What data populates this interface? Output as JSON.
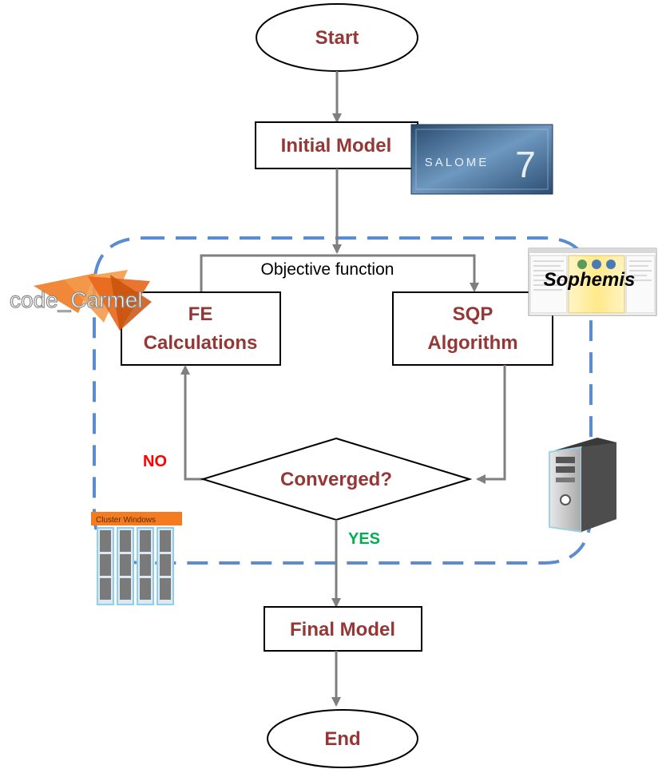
{
  "nodes": {
    "start": "Start",
    "initial_model": "Initial Model",
    "fe_line1": "FE",
    "fe_line2": "Calculations",
    "sqp_line1": "SQP",
    "sqp_line2": "Algorithm",
    "decision": "Converged?",
    "final_model": "Final Model",
    "end": "End"
  },
  "labels": {
    "objective_function": "Objective function",
    "no": "NO",
    "yes": "YES"
  },
  "logos": {
    "salome": "SALOME",
    "salome_version": "7",
    "code_carmel": "code_Carmel",
    "sophemis": "Sophemis",
    "cluster_windows": "Cluster Windows"
  },
  "colors": {
    "node_text": "#953735",
    "arrow": "#7f7f7f",
    "loop_dash": "#5b8bd0",
    "no_label": "#ff0000",
    "yes_label": "#00b050",
    "cluster_header": "#f47c20",
    "carmel_orange": "#f07a22"
  },
  "icons": {
    "salome_logo": "salome-logo-icon",
    "carmel_logo": "code-carmel-logo-icon",
    "sophemis_screenshot": "sophemis-screenshot-icon",
    "computer_tower": "computer-tower-icon",
    "cluster": "cluster-windows-icon"
  }
}
